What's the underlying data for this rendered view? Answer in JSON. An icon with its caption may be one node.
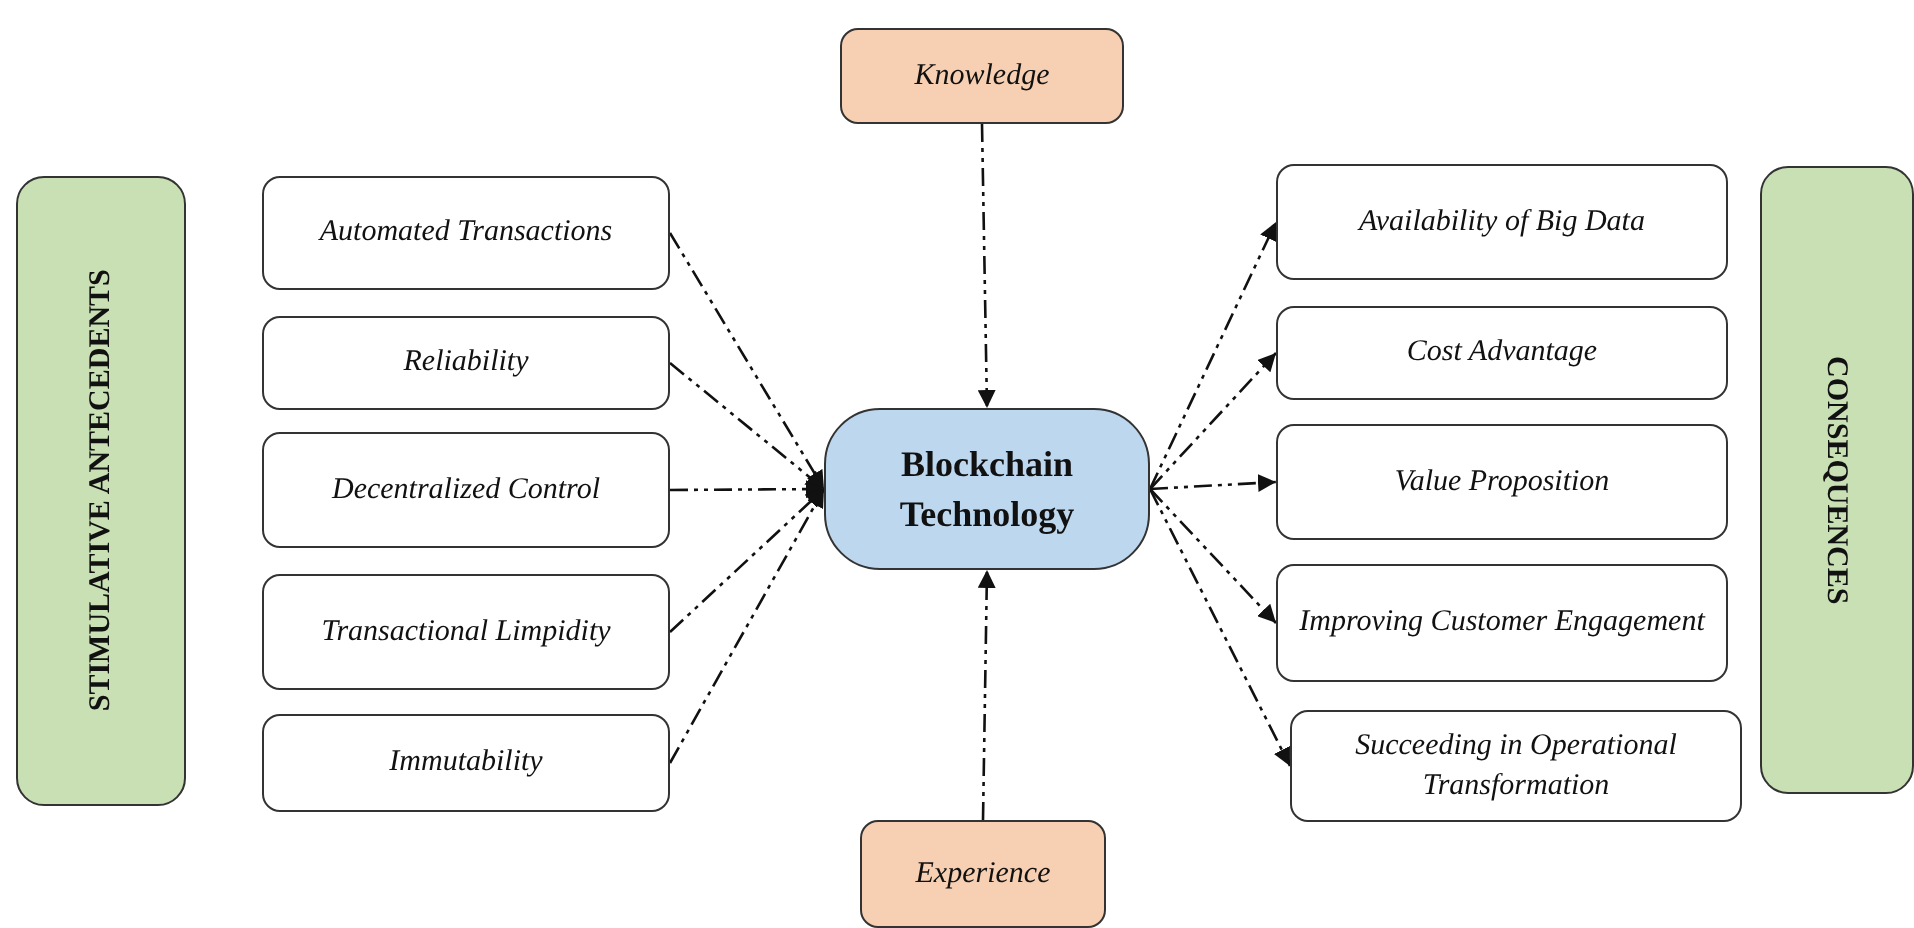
{
  "diagram": {
    "nodes": [
      {
        "text": [
          "STIMULATIVE ANTECEDENTS"
        ]
      },
      {
        "text": [
          "Automated Transactions"
        ]
      },
      {
        "text": [
          "Reliability"
        ]
      },
      {
        "text": [
          "Decentralized Control"
        ]
      },
      {
        "text": [
          "Transactional Limpidity"
        ]
      },
      {
        "text": [
          "Immutability"
        ]
      },
      {
        "text": [
          "Knowledge"
        ]
      },
      {
        "text": [
          "Blockchain Technology"
        ]
      },
      {
        "text": [
          "Experience"
        ]
      },
      {
        "text": [
          "Availability of Big Data"
        ]
      },
      {
        "text": [
          "Cost Advantage"
        ]
      },
      {
        "text": [
          "Value Proposition"
        ]
      },
      {
        "text": [
          "Improving Customer Engagement"
        ]
      },
      {
        "text": [
          "Succeeding in Operational Transformation"
        ]
      },
      {
        "text": [
          "CONSEQUENCES"
        ]
      }
    ],
    "edges": [
      {
        "from": 1,
        "to": 7,
        "arrow": "to",
        "style": "dashed"
      },
      {
        "from": 2,
        "to": 7,
        "arrow": "to",
        "style": "dashed"
      },
      {
        "from": 3,
        "to": 7,
        "arrow": "to",
        "style": "dashed"
      },
      {
        "from": 4,
        "to": 7,
        "arrow": "to",
        "style": "dashed"
      },
      {
        "from": 5,
        "to": 7,
        "arrow": "to",
        "style": "dashed"
      },
      {
        "from": 6,
        "to": 7,
        "arrow": "to",
        "style": "dashed"
      },
      {
        "from": 8,
        "to": 7,
        "arrow": "to",
        "style": "dashed"
      },
      {
        "from": 7,
        "to": 9,
        "arrow": "to",
        "style": "dashed"
      },
      {
        "from": 7,
        "to": 10,
        "arrow": "to",
        "style": "dashed"
      },
      {
        "from": 7,
        "to": 11,
        "arrow": "to",
        "style": "dashed"
      },
      {
        "from": 7,
        "to": 12,
        "arrow": "to",
        "style": "dashed"
      },
      {
        "from": 7,
        "to": 13,
        "arrow": "to",
        "style": "dashed"
      }
    ]
  }
}
